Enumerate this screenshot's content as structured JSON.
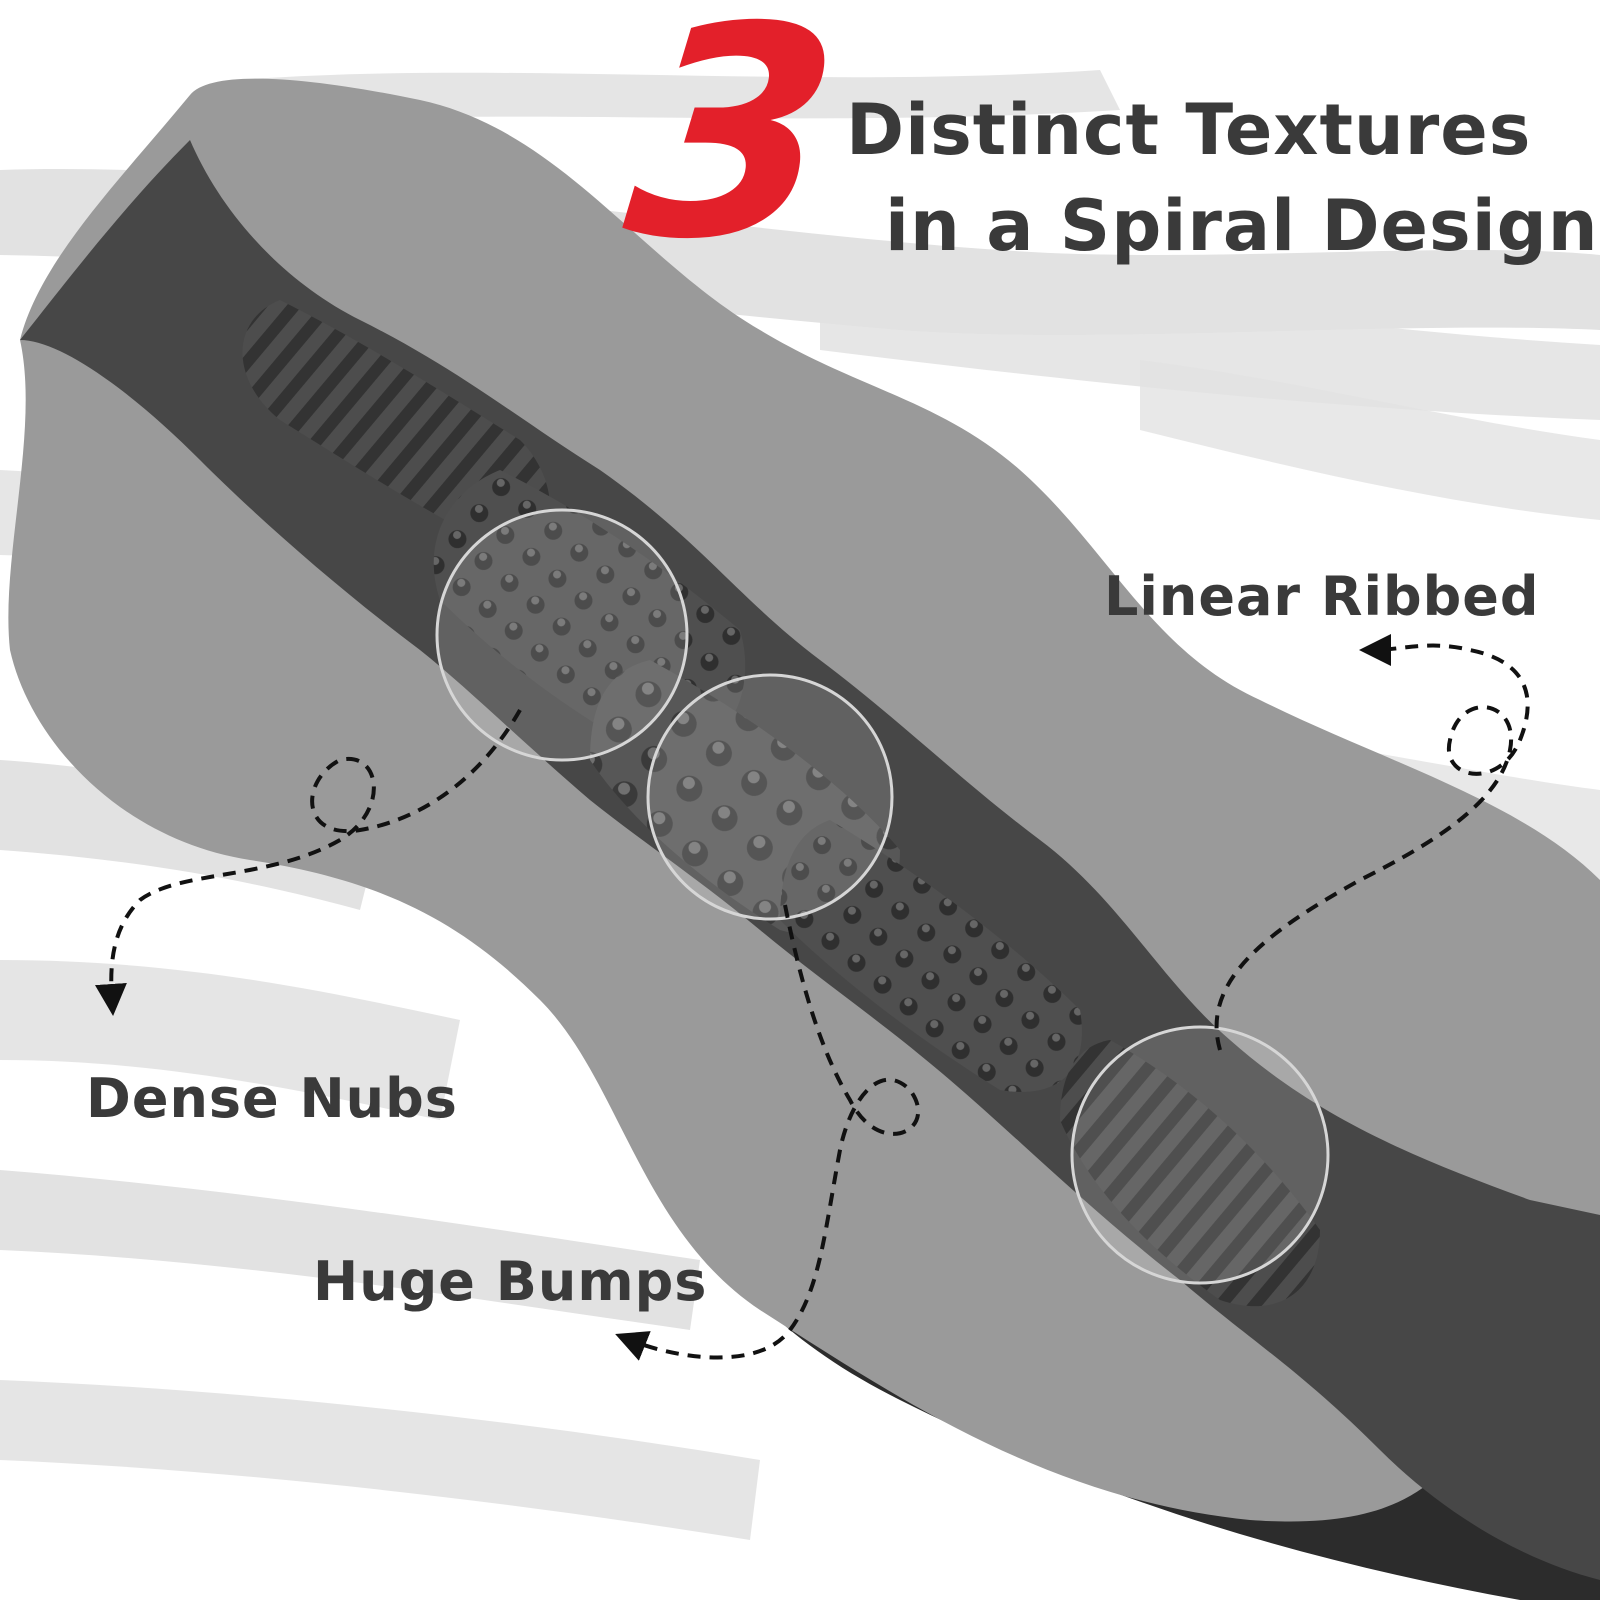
{
  "headline": {
    "number": "3",
    "line1": "Distinct Textures",
    "line2": "in a Spiral Design"
  },
  "callouts": {
    "linear_ribbed": "Linear Ribbed",
    "dense_nubs": "Dense Nubs",
    "huge_bumps": "Huge Bumps"
  },
  "colors": {
    "accent": "#e3202a",
    "text": "#3a3a3a",
    "shell": "#9a9a9a",
    "inner": "#4a4a4a",
    "brush": "#e2e2e2"
  }
}
